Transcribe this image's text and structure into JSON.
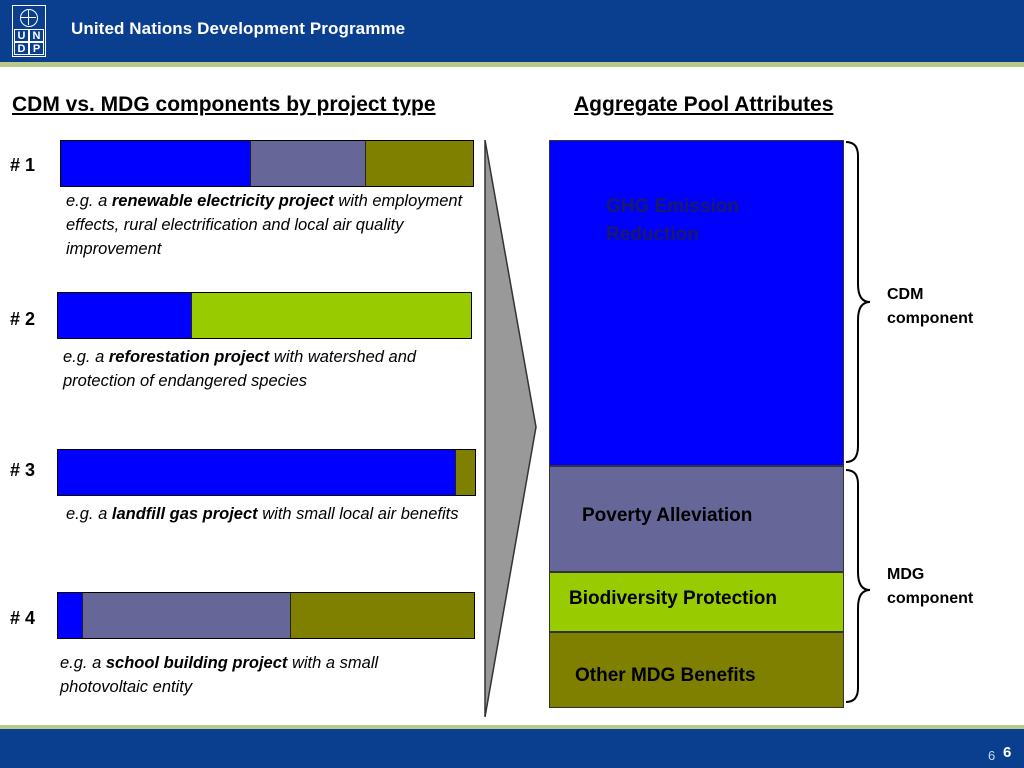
{
  "header": {
    "org_name": "United Nations Development Programme",
    "logo": {
      "cells": [
        "U",
        "N",
        "D",
        "P"
      ],
      "icon": "un-globe-icon"
    }
  },
  "titles": {
    "left": "CDM vs. MDG components by project type",
    "right": "Aggregate Pool Attributes"
  },
  "colors": {
    "ghg": "#0000ff",
    "poverty": "#666699",
    "biodiversity": "#99cc00",
    "other_mdg": "#808000",
    "header": "#0a3f8f",
    "stripe": "#b9c98a"
  },
  "projects": [
    {
      "label": "# 1",
      "segments": [
        {
          "component": "ghg",
          "fraction": 0.46
        },
        {
          "component": "poverty",
          "fraction": 0.28
        },
        {
          "component": "other_mdg",
          "fraction": 0.26
        }
      ],
      "desc_pre": "e.g. a ",
      "desc_bold": "renewable electricity project",
      "desc_post": " with employment effects, rural electrification and local air quality improvement"
    },
    {
      "label": "# 2",
      "segments": [
        {
          "component": "ghg",
          "fraction": 0.325
        },
        {
          "component": "biodiversity",
          "fraction": 0.675
        }
      ],
      "desc_pre": "e.g. a ",
      "desc_bold": "reforestation project",
      "desc_post": " with watershed and protection of endangered species"
    },
    {
      "label": "# 3",
      "segments": [
        {
          "component": "ghg",
          "fraction": 0.955
        },
        {
          "component": "other_mdg",
          "fraction": 0.045
        }
      ],
      "desc_pre": "e.g. a ",
      "desc_bold": "landfill gas project",
      "desc_post": " with small local air benefits"
    },
    {
      "label": "# 4",
      "segments": [
        {
          "component": "ghg",
          "fraction": 0.06
        },
        {
          "component": "poverty",
          "fraction": 0.5
        },
        {
          "component": "other_mdg",
          "fraction": 0.44
        }
      ],
      "desc_pre": "e.g. a ",
      "desc_bold": "school building project",
      "desc_post": " with a small photovoltaic entity"
    }
  ],
  "pool": [
    {
      "name": "GHG Emission Reduction",
      "component": "ghg",
      "fraction": 0.574,
      "text_color": "#1a1a66"
    },
    {
      "name": "Poverty Alleviation",
      "component": "poverty",
      "fraction": 0.187,
      "text_color": "#000000"
    },
    {
      "name": "Biodiversity Protection",
      "component": "biodiversity",
      "fraction": 0.105,
      "text_color": "#000000"
    },
    {
      "name": "Other MDG Benefits",
      "component": "other_mdg",
      "fraction": 0.134,
      "text_color": "#000000"
    }
  ],
  "pool_groups": {
    "cdm": "CDM component",
    "mdg": "MDG component"
  },
  "footer": {
    "page_small": "6",
    "page_big": "6"
  }
}
